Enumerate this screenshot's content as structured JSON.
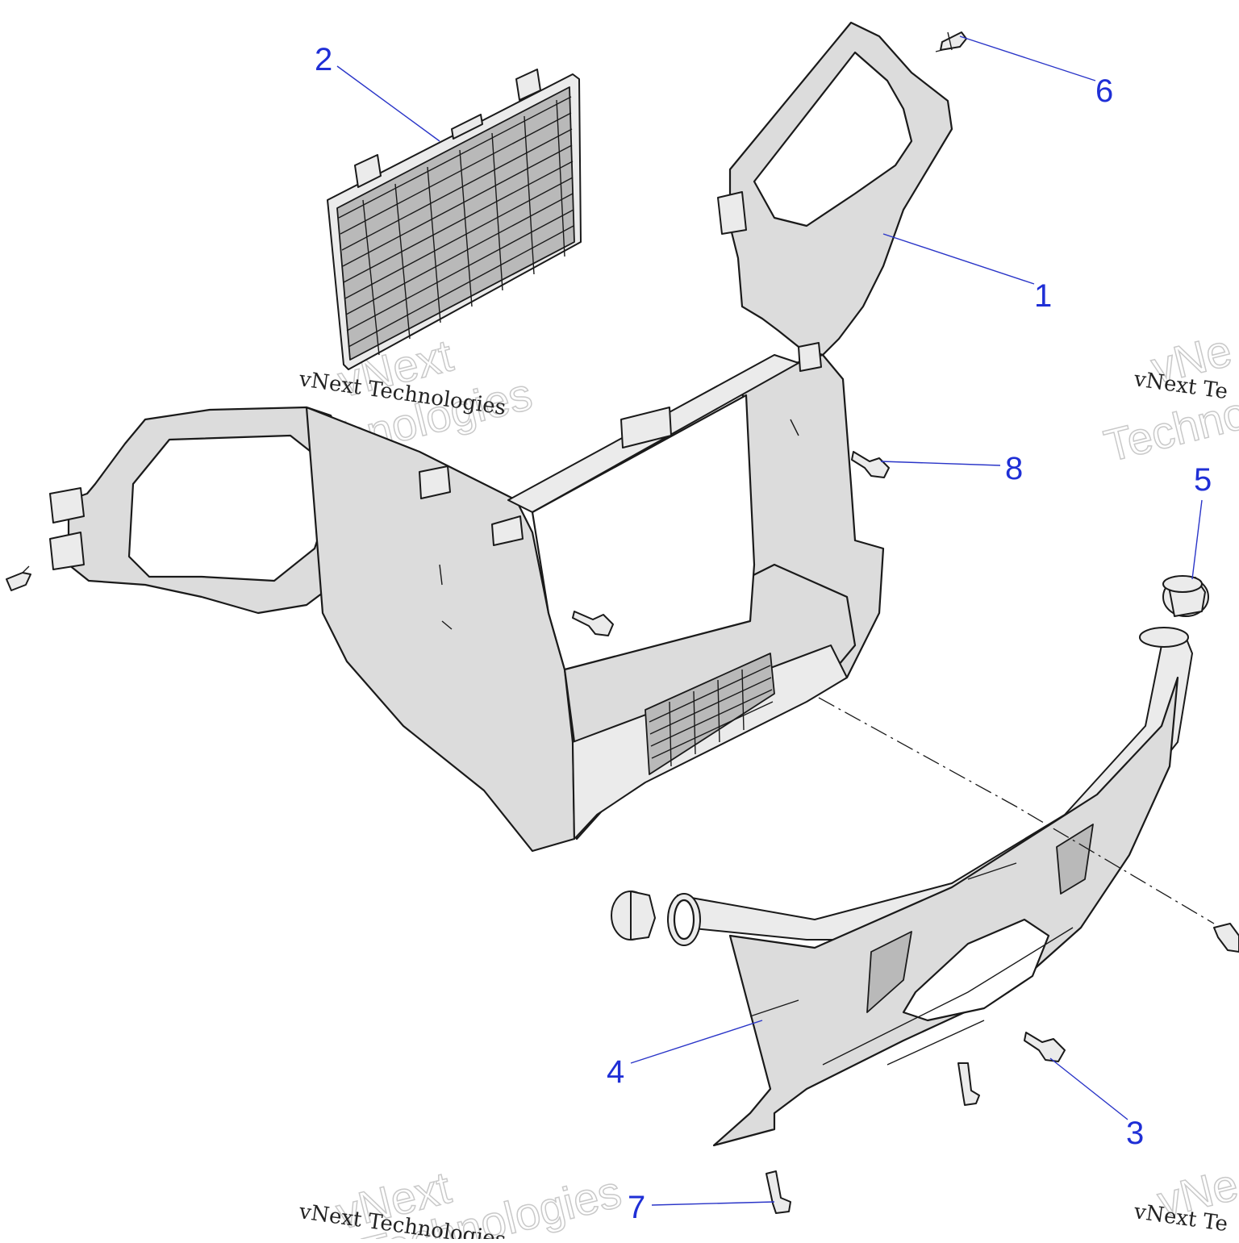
{
  "callouts": [
    {
      "id": "1",
      "label": "1"
    },
    {
      "id": "2",
      "label": "2"
    },
    {
      "id": "3",
      "label": "3"
    },
    {
      "id": "4",
      "label": "4"
    },
    {
      "id": "5",
      "label": "5"
    },
    {
      "id": "6",
      "label": "6"
    },
    {
      "id": "7",
      "label": "7"
    },
    {
      "id": "8",
      "label": "8"
    }
  ],
  "watermark": {
    "line_small": "vNext Technologies",
    "line_big_1": "vNext",
    "line_big_2": "Technologies",
    "edge_small": "vNext Te",
    "edge_big_1": "vNe",
    "edge_big_2": "Techno",
    "bottom_small": "vNext Technologies",
    "bottom_edge_small": "vNext Te"
  },
  "colors": {
    "callout": "#1f2fd6",
    "leader": "#2a35c8",
    "part_fill": "#dcdcdc",
    "outline": "#1a1a1a"
  }
}
